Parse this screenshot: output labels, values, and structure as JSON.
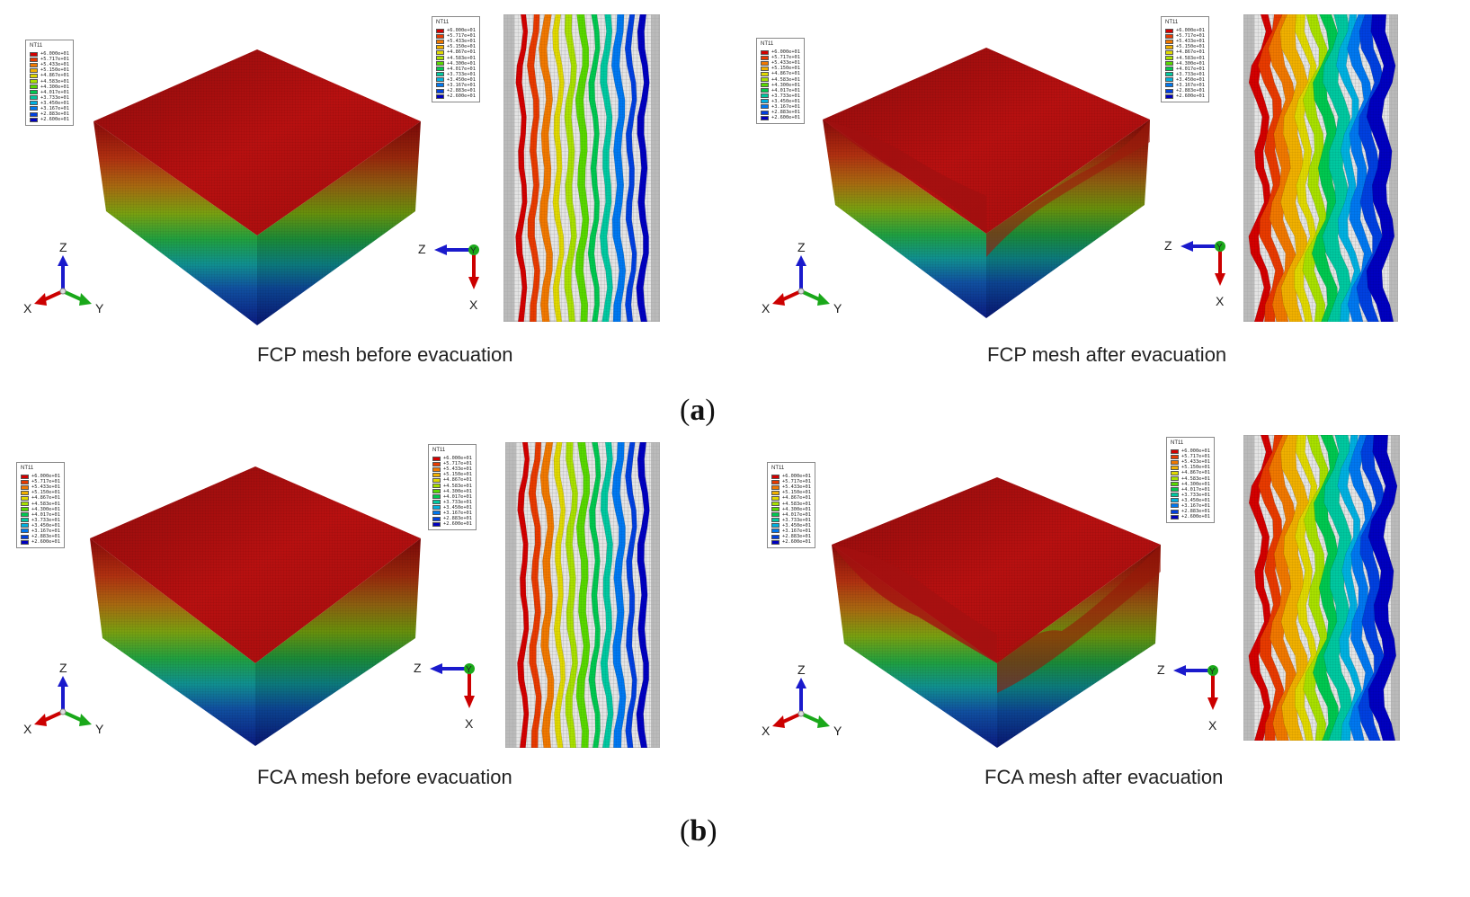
{
  "legend": {
    "title": "NT11",
    "values": [
      "+6.000e+01",
      "+5.717e+01",
      "+5.433e+01",
      "+5.150e+01",
      "+4.867e+01",
      "+4.583e+01",
      "+4.300e+01",
      "+4.017e+01",
      "+3.733e+01",
      "+3.450e+01",
      "+3.167e+01",
      "+2.883e+01",
      "+2.600e+01"
    ],
    "colors": [
      "#d40000",
      "#e83a00",
      "#f07800",
      "#f0b000",
      "#e0d800",
      "#a8e000",
      "#58d800",
      "#00c850",
      "#00c8a0",
      "#00b0e0",
      "#0078f0",
      "#0040e0",
      "#0000c0"
    ]
  },
  "axes": {
    "x": "X",
    "y": "Y",
    "z": "Z"
  },
  "colors": {
    "x_axis": "#cc0000",
    "y_axis": "#1aa81a",
    "z_axis": "#1a1acc"
  },
  "panels": [
    {
      "caption": "FCP mesh before evacuation",
      "variant": "before"
    },
    {
      "caption": "FCP mesh after evacuation",
      "variant": "after"
    },
    {
      "caption": "FCA mesh before evacuation",
      "variant": "before"
    },
    {
      "caption": "FCA mesh after evacuation",
      "variant": "after"
    }
  ],
  "sublabels": {
    "a": "a",
    "b": "b"
  }
}
